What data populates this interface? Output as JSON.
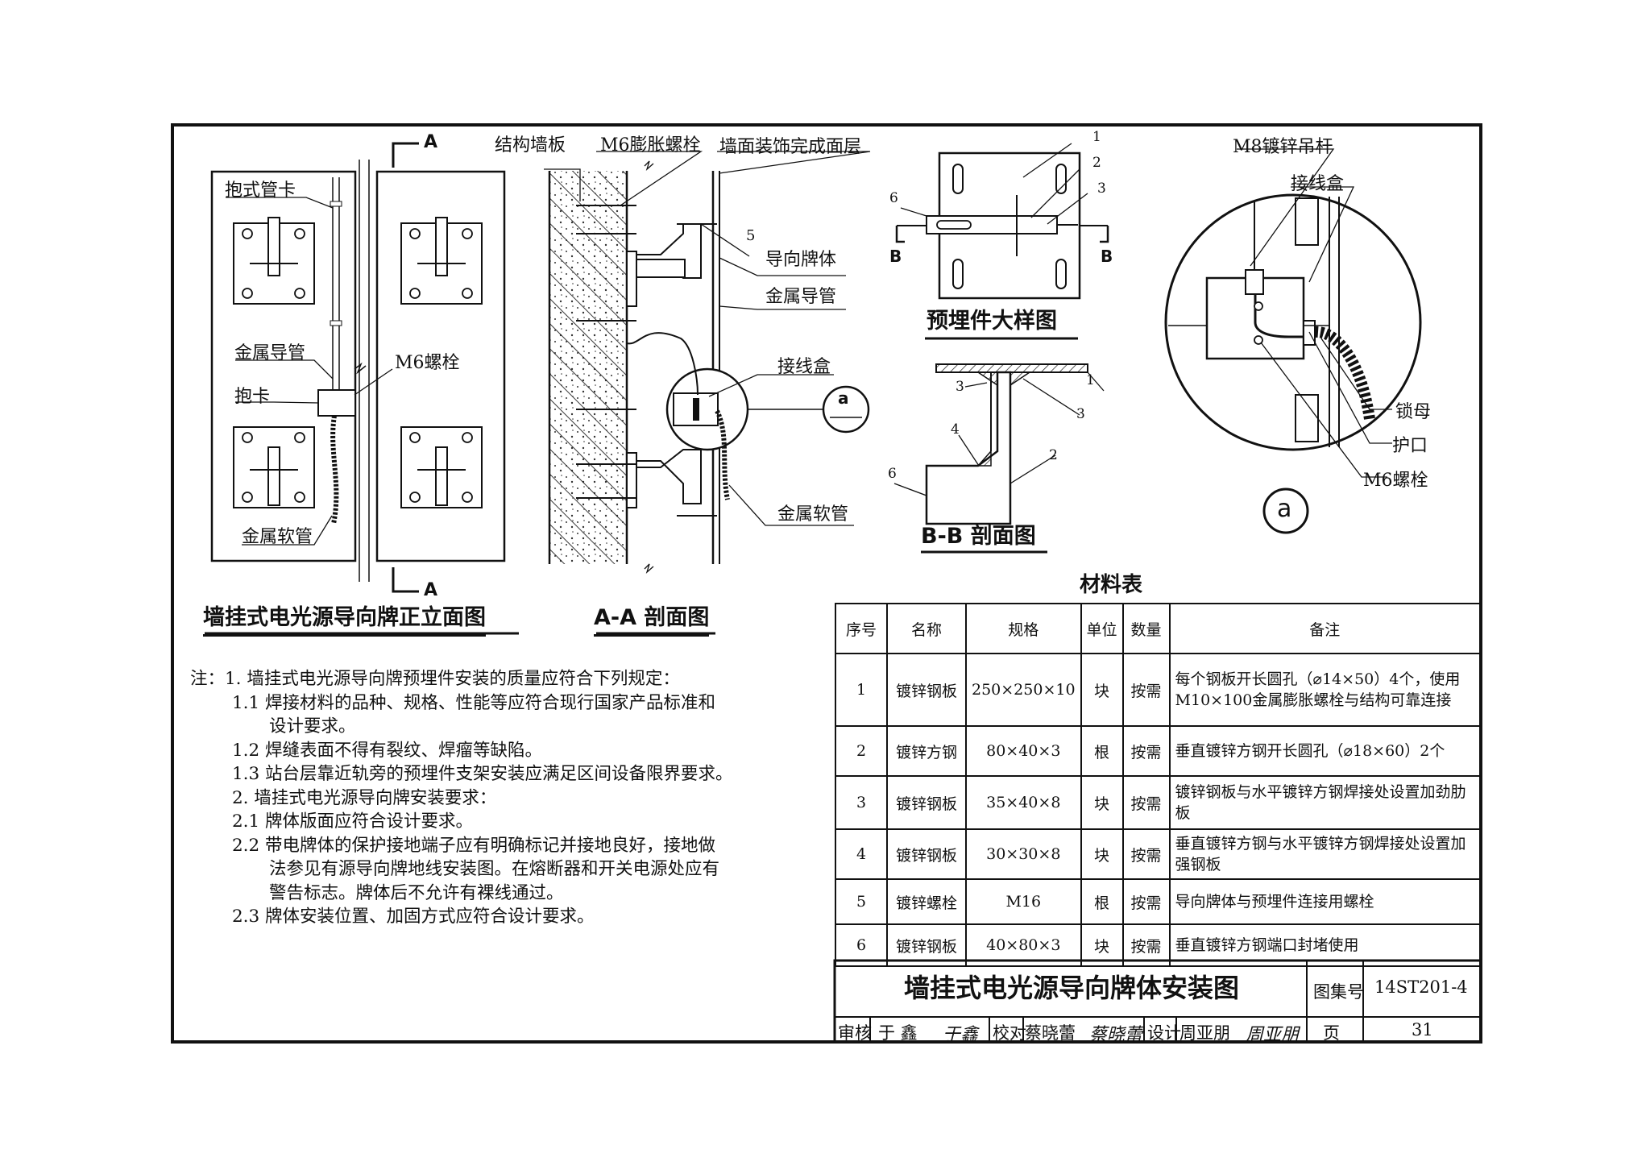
{
  "elevation": {
    "title": "墙挂式电光源导向牌正立面图",
    "labels": {
      "pipe_clamp": "抱式管卡",
      "metal_conduit": "金属导管",
      "m6_bolt": "M6螺栓",
      "clamp": "抱卡",
      "flex_conduit": "金属软管",
      "section_mark": "A"
    }
  },
  "section_aa": {
    "title": "A-A 剖面图",
    "labels": {
      "wall": "结构墙板",
      "expansion_bolt": "M6膨胀螺栓",
      "finish": "墙面装饰完成面层",
      "num5": "5",
      "sign_body": "导向牌体",
      "metal_conduit": "金属导管",
      "junction_box": "接线盒",
      "flex_conduit": "金属软管",
      "detail_ref": "a"
    }
  },
  "embed_detail": {
    "title": "预埋件大样图",
    "labels": {
      "n1": "1",
      "n2": "2",
      "n3": "3",
      "n6": "6",
      "b": "B"
    }
  },
  "section_bb": {
    "title": "B-B 剖面图",
    "labels": {
      "n1": "1",
      "n2": "2",
      "n3a": "3",
      "n3b": "3",
      "n4": "4",
      "n6": "6"
    }
  },
  "detail_a": {
    "labels": {
      "rod": "M8镀锌吊杆",
      "box": "接线盒",
      "locknut": "锁母",
      "bushing": "护口",
      "bolt": "M6螺栓",
      "id": "a"
    }
  },
  "notes": [
    "注：1. 墙挂式电光源导向牌预埋件安装的质量应符合下列规定：",
    "1.1 焊接材料的品种、规格、性能等应符合现行国家产品标准和",
    "设计要求。",
    "1.2 焊缝表面不得有裂纹、焊瘤等缺陷。",
    "1.3 站台层靠近轨旁的预埋件支架安装应满足区间设备限界要求。",
    "2. 墙挂式电光源导向牌安装要求：",
    "2.1 牌体版面应符合设计要求。",
    "2.2 带电牌体的保护接地端子应有明确标记并接地良好，接地做",
    "法参见有源导向牌地线安装图。在熔断器和开关电源处应有",
    "警告标志。牌体后不允许有裸线通过。",
    "2.3 牌体安装位置、加固方式应符合设计要求。"
  ],
  "materials": {
    "title": "材料表",
    "headers": [
      "序号",
      "名称",
      "规格",
      "单位",
      "数量",
      "备注"
    ],
    "rows": [
      [
        "1",
        "镀锌钢板",
        "250×250×10",
        "块",
        "按需",
        "每个钢板开长圆孔（⌀14×50）4个，使用M10×100金属膨胀螺栓与结构可靠连接"
      ],
      [
        "2",
        "镀锌方钢",
        "80×40×3",
        "根",
        "按需",
        "垂直镀锌方钢开长圆孔（⌀18×60）2个"
      ],
      [
        "3",
        "镀锌钢板",
        "35×40×8",
        "块",
        "按需",
        "镀锌钢板与水平镀锌方钢焊接处设置加劲肋板"
      ],
      [
        "4",
        "镀锌钢板",
        "30×30×8",
        "块",
        "按需",
        "垂直镀锌方钢与水平镀锌方钢焊接处设置加强钢板"
      ],
      [
        "5",
        "镀锌螺栓",
        "M16",
        "根",
        "按需",
        "导向牌体与预埋件连接用螺栓"
      ],
      [
        "6",
        "镀锌钢板",
        "40×80×3",
        "块",
        "按需",
        "垂直镀锌方钢端口封堵使用"
      ]
    ]
  },
  "title_block": {
    "drawing_title": "墙挂式电光源导向牌体安装图",
    "atlas_label": "图集号",
    "atlas_no": "14ST201-4",
    "page_label": "页",
    "page_no": "31",
    "review_label": "审核",
    "reviewer": "于 鑫",
    "reviewer_sig": "于鑫",
    "check_label": "校对",
    "checker": "蔡晓蕾",
    "checker_sig": "蔡晓蕾",
    "design_label": "设计",
    "designer": "周亚朋",
    "designer_sig": "周亚朋"
  }
}
